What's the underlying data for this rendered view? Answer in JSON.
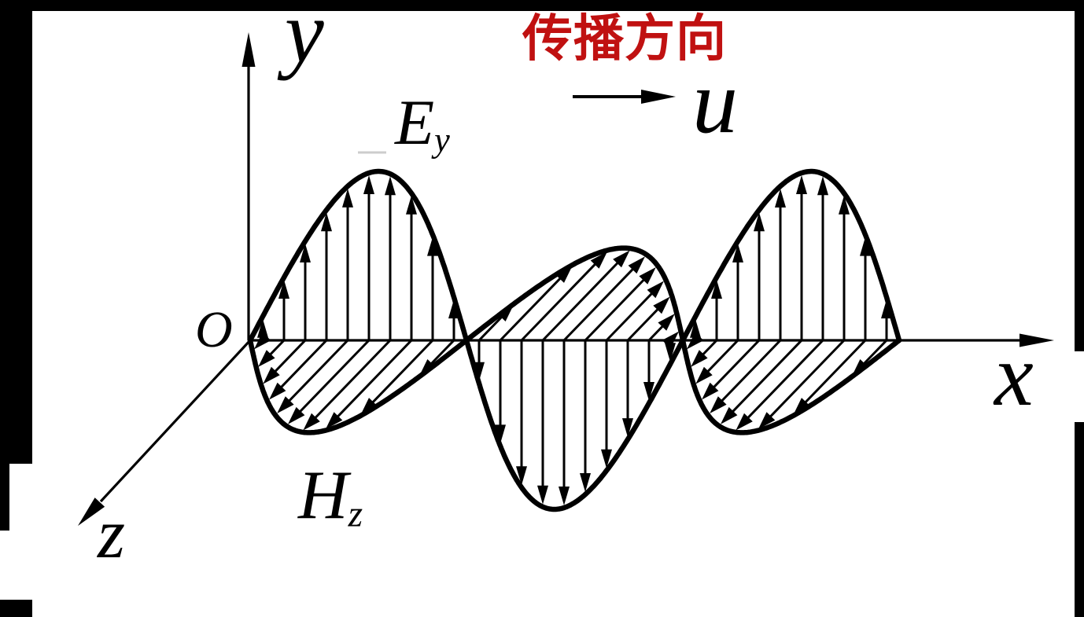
{
  "labels": {
    "propagation": "传播方向",
    "velocity": "u",
    "y_axis": "y",
    "x_axis": "x",
    "z_axis": "z",
    "origin": "O",
    "e_field_main": "E",
    "e_field_sub": "y",
    "h_field_main": "H",
    "h_field_sub": "z"
  },
  "colors": {
    "ink": "#000000",
    "background": "#ffffff",
    "propagation_red": "#c01111",
    "artifact_gray": "#cccccc"
  }
}
